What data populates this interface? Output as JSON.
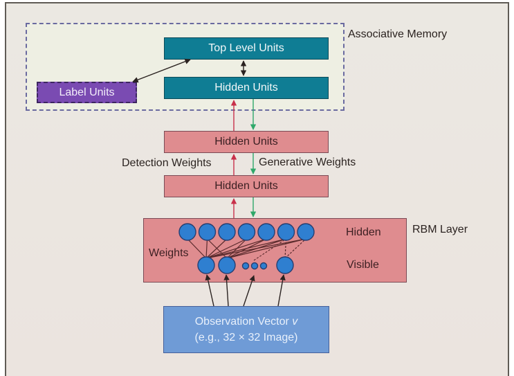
{
  "diagram": {
    "associative_memory": {
      "label": "Associative Memory",
      "top_level_units": "Top Level Units",
      "hidden_units": "Hidden Units",
      "label_units": "Label Units"
    },
    "middle_layers": {
      "upper_hidden_units": "Hidden Units",
      "lower_hidden_units": "Hidden Units",
      "detection_weights": "Detection Weights",
      "generative_weights": "Generative Weights"
    },
    "rbm_layer": {
      "label": "RBM Layer",
      "hidden_label": "Hidden",
      "visible_label": "Visible",
      "weights_label": "Weights",
      "hidden_node_count": 7,
      "visible_node_count": 3,
      "ellipsis_dots": 3
    },
    "observation": {
      "line1_text": "Observation Vector ",
      "line1_var": "v",
      "line2": "(e.g., 32 × 32 Image)"
    },
    "colors": {
      "teal_box": "#0f7d94",
      "purple_box": "#7a4bb2",
      "pink_box": "#df8c8f",
      "observation_box": "#6f9bd6",
      "node_fill": "#2f7fd0",
      "detection_arrow": "#c8304a",
      "generative_arrow": "#2fa86a",
      "dark_arrow": "#2a2220"
    }
  }
}
